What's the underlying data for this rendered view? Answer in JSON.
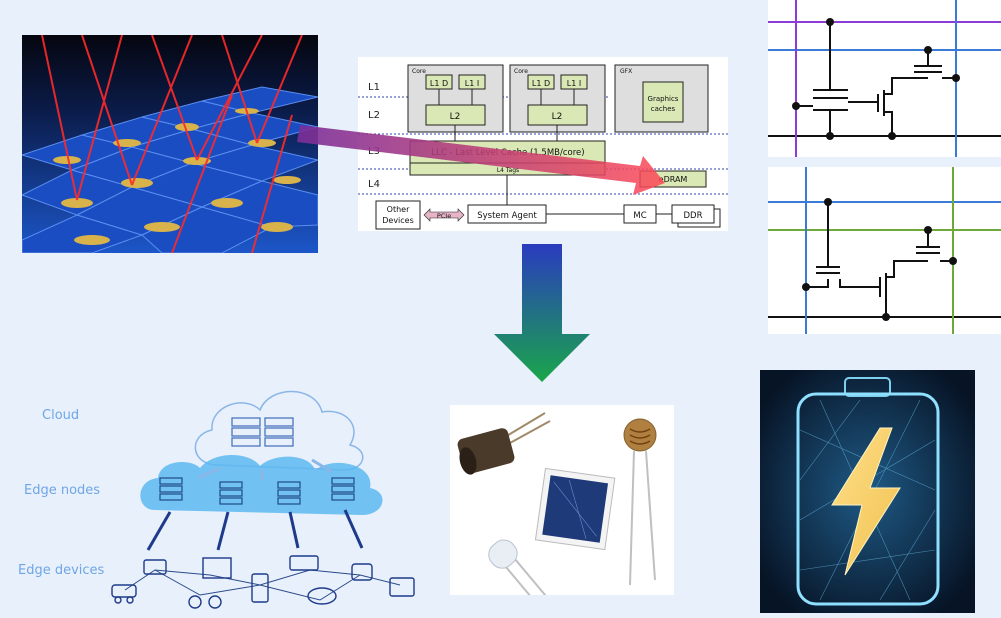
{
  "memory_hierarchy": {
    "level_labels": [
      "L1",
      "L2",
      "L3",
      "L4"
    ],
    "core_label": "Core",
    "l1d": "L1 D",
    "l1i": "L1 I",
    "l2": "L2",
    "gfx_label": "GFX",
    "graphics_caches_line1": "Graphics",
    "graphics_caches_line2": "caches",
    "llc": "LLC - Last Level Cache (1.5MB/core)",
    "l4_tags": "L4 Tags",
    "edram": "eDRAM",
    "other_devices_line1": "Other",
    "other_devices_line2": "Devices",
    "pcie": "PCIe",
    "system_agent": "System Agent",
    "mc": "MC",
    "ddr": "DDR"
  },
  "edge": {
    "cloud": "Cloud",
    "edge_nodes": "Edge nodes",
    "edge_devices": "Edge devices"
  },
  "colors": {
    "background": "#e8f0fb",
    "arrow_top": "#2a3bbf",
    "arrow_bottom": "#1aa64a",
    "edge_text": "#6ea6e6",
    "red_beam": "#ff2a2a"
  }
}
